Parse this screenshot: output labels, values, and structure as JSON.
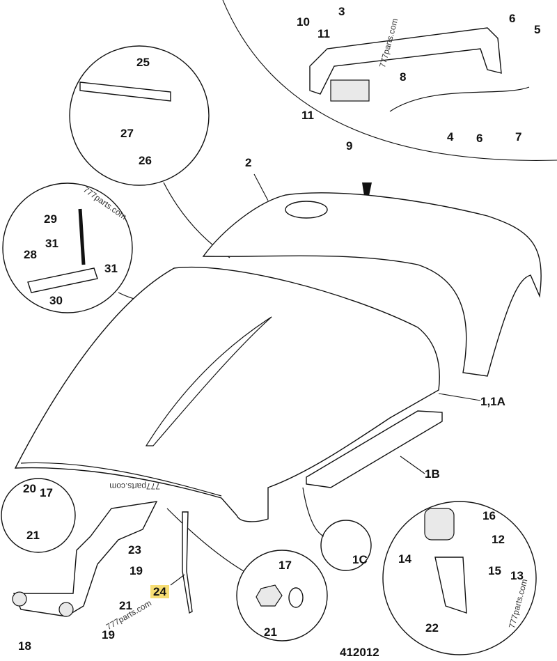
{
  "diagram": {
    "figure_number": "412012",
    "watermark": "777parts.com",
    "highlight_color": "#f6dd73",
    "callouts": {
      "c1": "1,1A",
      "c1b": "1B",
      "c1c": "1C",
      "c2": "2",
      "c3": "3",
      "c4": "4",
      "c5": "5",
      "c6a": "6",
      "c6b": "6",
      "c7": "7",
      "c8": "8",
      "c9": "9",
      "c10": "10",
      "c11a": "11",
      "c11b": "11",
      "c12": "12",
      "c13": "13",
      "c14": "14",
      "c15": "15",
      "c16": "16",
      "c17a": "17",
      "c17b": "17",
      "c18": "18",
      "c19a": "19",
      "c19b": "19",
      "c20": "20",
      "c21a": "21",
      "c21b": "21",
      "c21c": "21",
      "c22": "22",
      "c23": "23",
      "c24": "24",
      "c25": "25",
      "c26": "26",
      "c27": "27",
      "c28": "28",
      "c29": "29",
      "c30": "30",
      "c31a": "31",
      "c31b": "31"
    }
  }
}
